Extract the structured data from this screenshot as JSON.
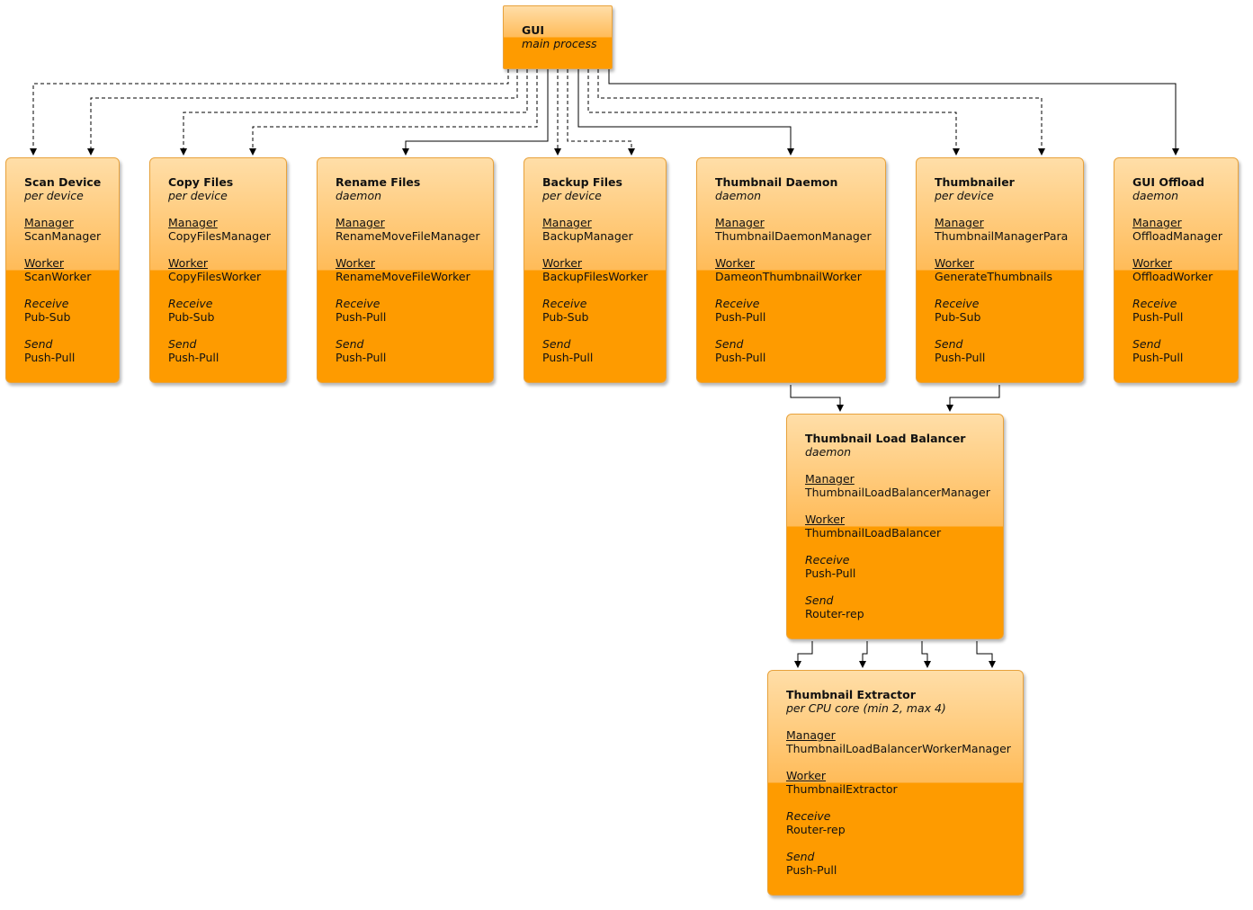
{
  "root": {
    "title": "GUI",
    "subtitle": "main process"
  },
  "labels": {
    "manager": "Manager",
    "worker": "Worker",
    "receive": "Receive",
    "send": "Send"
  },
  "nodes": [
    {
      "title": "Scan Device",
      "subtitle": "per device",
      "manager": "ScanManager",
      "worker": "ScanWorker",
      "receive": "Pub-Sub",
      "send": "Push-Pull"
    },
    {
      "title": "Copy Files",
      "subtitle": "per device",
      "manager": "CopyFilesManager",
      "worker": "CopyFilesWorker",
      "receive": "Pub-Sub",
      "send": "Push-Pull"
    },
    {
      "title": "Rename Files",
      "subtitle": "daemon",
      "manager": "RenameMoveFileManager",
      "worker": "RenameMoveFileWorker",
      "receive": "Push-Pull",
      "send": "Push-Pull"
    },
    {
      "title": "Backup Files",
      "subtitle": "per device",
      "manager": "BackupManager",
      "worker": "BackupFilesWorker",
      "receive": "Pub-Sub",
      "send": "Push-Pull"
    },
    {
      "title": "Thumbnail Daemon",
      "subtitle": "daemon",
      "manager": "ThumbnailDaemonManager",
      "worker": "DameonThumbnailWorker",
      "receive": "Push-Pull",
      "send": "Push-Pull"
    },
    {
      "title": "Thumbnailer",
      "subtitle": "per device",
      "manager": "ThumbnailManagerPara",
      "worker": "GenerateThumbnails",
      "receive": "Pub-Sub",
      "send": "Push-Pull"
    },
    {
      "title": "GUI Offload",
      "subtitle": "daemon",
      "manager": "OffloadManager",
      "worker": "OffloadWorker",
      "receive": "Push-Pull",
      "send": "Push-Pull"
    },
    {
      "title": "Thumbnail Load Balancer",
      "subtitle": "daemon",
      "manager": "ThumbnailLoadBalancerManager",
      "worker": "ThumbnailLoadBalancer",
      "receive": "Push-Pull",
      "send": "Router-rep"
    },
    {
      "title": "Thumbnail Extractor",
      "subtitle": "per CPU core (min 2, max 4)",
      "manager": "ThumbnailLoadBalancerWorkerManager",
      "worker": "ThumbnailExtractor",
      "receive": "Router-rep",
      "send": "Push-Pull"
    }
  ],
  "colors": {
    "box_top": "#ffdea8",
    "box_bottom": "#fe9b00",
    "border": "#e8a23c",
    "edge": "#000000"
  }
}
